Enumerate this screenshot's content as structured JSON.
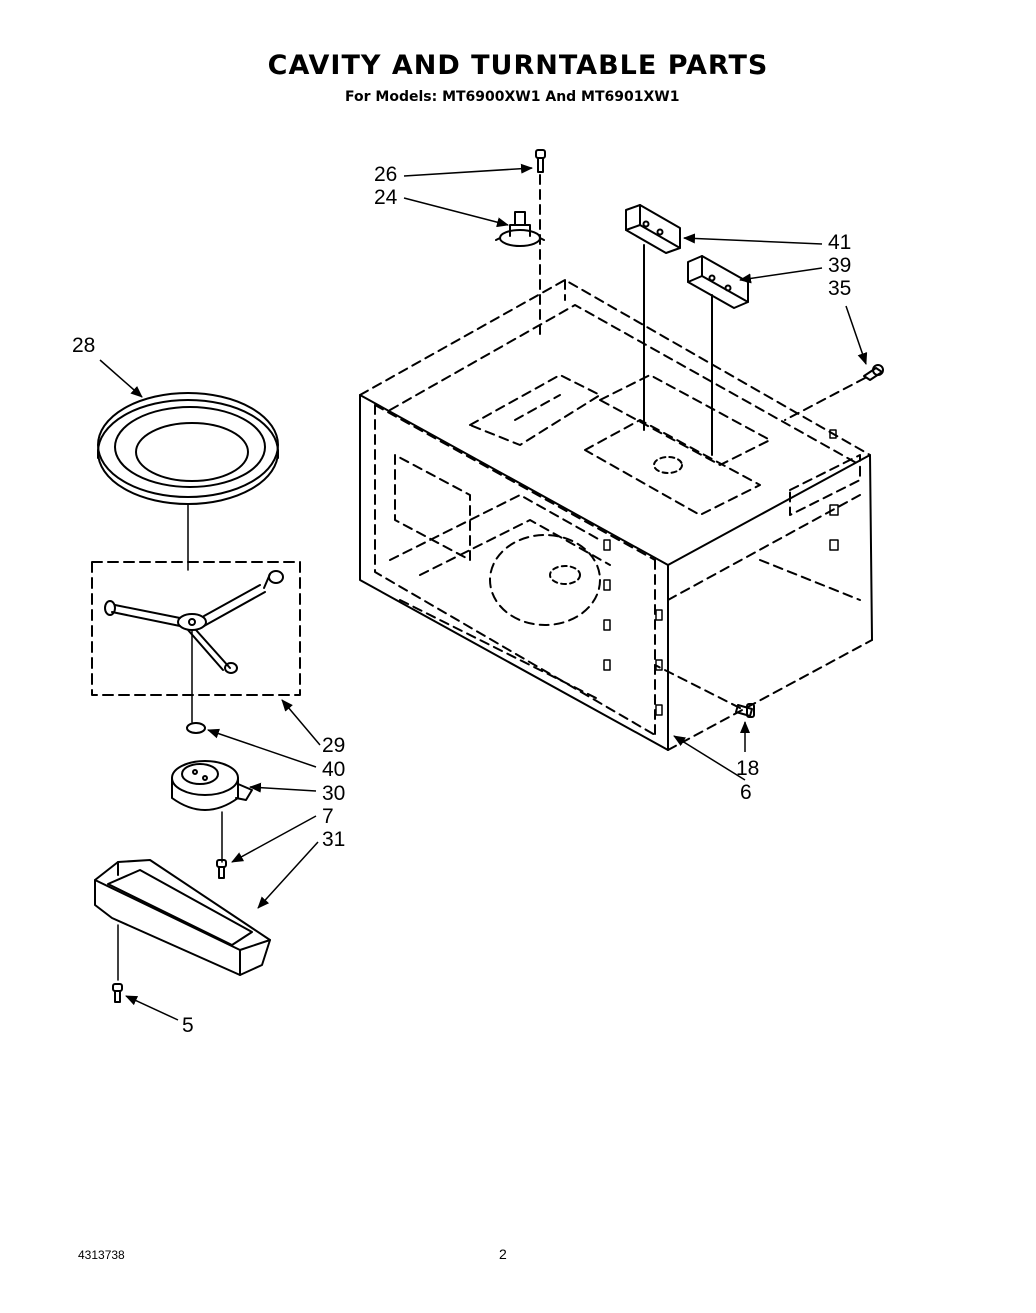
{
  "title": "CAVITY AND TURNTABLE PARTS",
  "subtitle": "For Models: MT6900XW1 And MT6901XW1",
  "footer": {
    "doc_number": "4313738",
    "page_number": "2"
  },
  "callouts": [
    "26",
    "24",
    "41",
    "39",
    "35",
    "28",
    "29",
    "40",
    "30",
    "7",
    "31",
    "5",
    "18",
    "6"
  ]
}
